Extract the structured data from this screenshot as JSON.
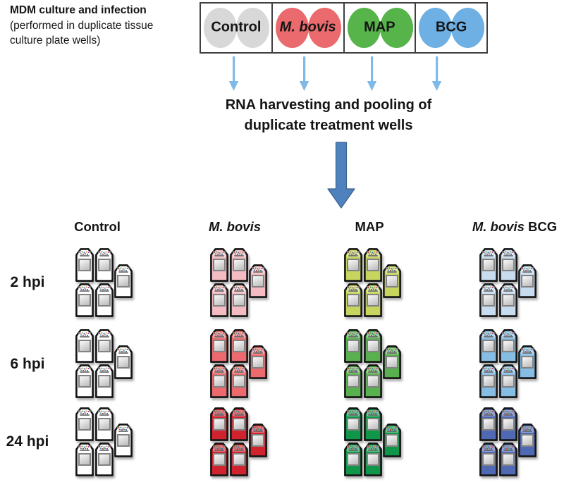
{
  "intro": {
    "title": "MDM culture and infection",
    "line2": "(performed in duplicate tissue",
    "line3": "culture plate wells)"
  },
  "treatment_box": {
    "cells": [
      {
        "label_italic": "",
        "label_plain": "Control",
        "circle_color": "#d8d8d8"
      },
      {
        "label_italic": "M. bovis",
        "label_plain": "",
        "circle_color": "#ea6a6d"
      },
      {
        "label_italic": "",
        "label_plain": "MAP",
        "circle_color": "#56b44a"
      },
      {
        "label_italic": "",
        "label_plain": "BCG",
        "circle_color": "#6fb0e4"
      }
    ]
  },
  "pooling": {
    "line1": "RNA harvesting and pooling of",
    "line2": "duplicate treatment wells"
  },
  "arrows": {
    "small_color": "#7eb9e8",
    "big_color": "#4f81bd"
  },
  "grid": {
    "columns": [
      {
        "label_italic": "",
        "label_plain": "Control"
      },
      {
        "label_italic": "M. bovis",
        "label_plain": ""
      },
      {
        "label_italic": "",
        "label_plain": "MAP"
      },
      {
        "label_italic": "M. bovis",
        "label_plain": " BCG"
      }
    ],
    "rows": [
      {
        "label": "2 hpi",
        "chip_colors": [
          "#ffffff",
          "#f4bcc2",
          "#c7d55e",
          "#c8dcf0"
        ]
      },
      {
        "label": "6 hpi",
        "chip_colors": [
          "#ffffff",
          "#ec6a6d",
          "#58b04f",
          "#85bde4"
        ]
      },
      {
        "label": "24 hpi",
        "chip_colors": [
          "#ffffff",
          "#d0232e",
          "#0f9648",
          "#5069b4"
        ]
      }
    ],
    "chips_per_cluster": 5
  }
}
